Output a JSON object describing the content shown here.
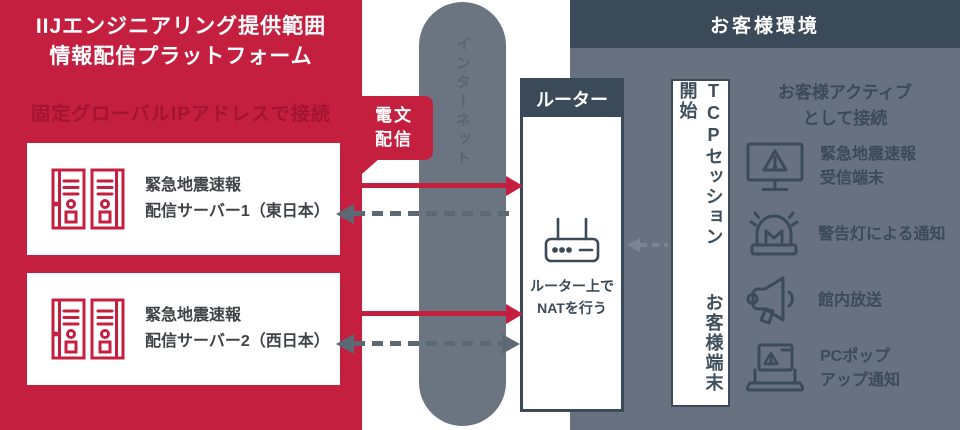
{
  "colors": {
    "crimson": "#C51F40",
    "crimson_dark_text": "#A2142F",
    "slate_dark": "#3A4A58",
    "slate_panel": "#67717F",
    "pill_gray": "#6B7582",
    "pill_text": "#5A6471",
    "arrow_dash_gray": "#5D6875",
    "faint_arrow_gray": "#7B8692",
    "card_text": "#3F4246",
    "white": "#FFFFFF"
  },
  "left_panel": {
    "title_line1": "IIJエンジニアリング提供範囲",
    "title_line2": "情報配信プラットフォーム",
    "hidden_note": "固定グローバルIPアドレスで接続",
    "servers": [
      {
        "lines": [
          "緊急地震速報",
          "配信サーバー1（東日本）"
        ]
      },
      {
        "lines": [
          "緊急地震速報",
          "配信サーバー2（西日本）"
        ]
      }
    ]
  },
  "bubble": {
    "line1": "電文",
    "line2": "配信"
  },
  "internet_pill": {
    "label": "インターネット"
  },
  "router": {
    "header": "ルーター",
    "note_line1": "ルーター上で",
    "note_line2": "NATを行う"
  },
  "tcp_box": {
    "label_part1": "TCPセッション",
    "label_part2": "お客様端末開始"
  },
  "customer_panel": {
    "header": "お客様環境",
    "active_line1": "お客様アクティブ",
    "active_line2": "として接続",
    "items": [
      {
        "icon": "monitor-alert-icon",
        "lines": [
          "緊急地震速報",
          "受信端末"
        ]
      },
      {
        "icon": "warning-light-icon",
        "lines": [
          "警告灯による通知",
          ""
        ]
      },
      {
        "icon": "megaphone-icon",
        "lines": [
          "館内放送",
          ""
        ]
      },
      {
        "icon": "laptop-alert-icon",
        "lines": [
          "PCポップ",
          "アップ通知"
        ]
      }
    ]
  }
}
